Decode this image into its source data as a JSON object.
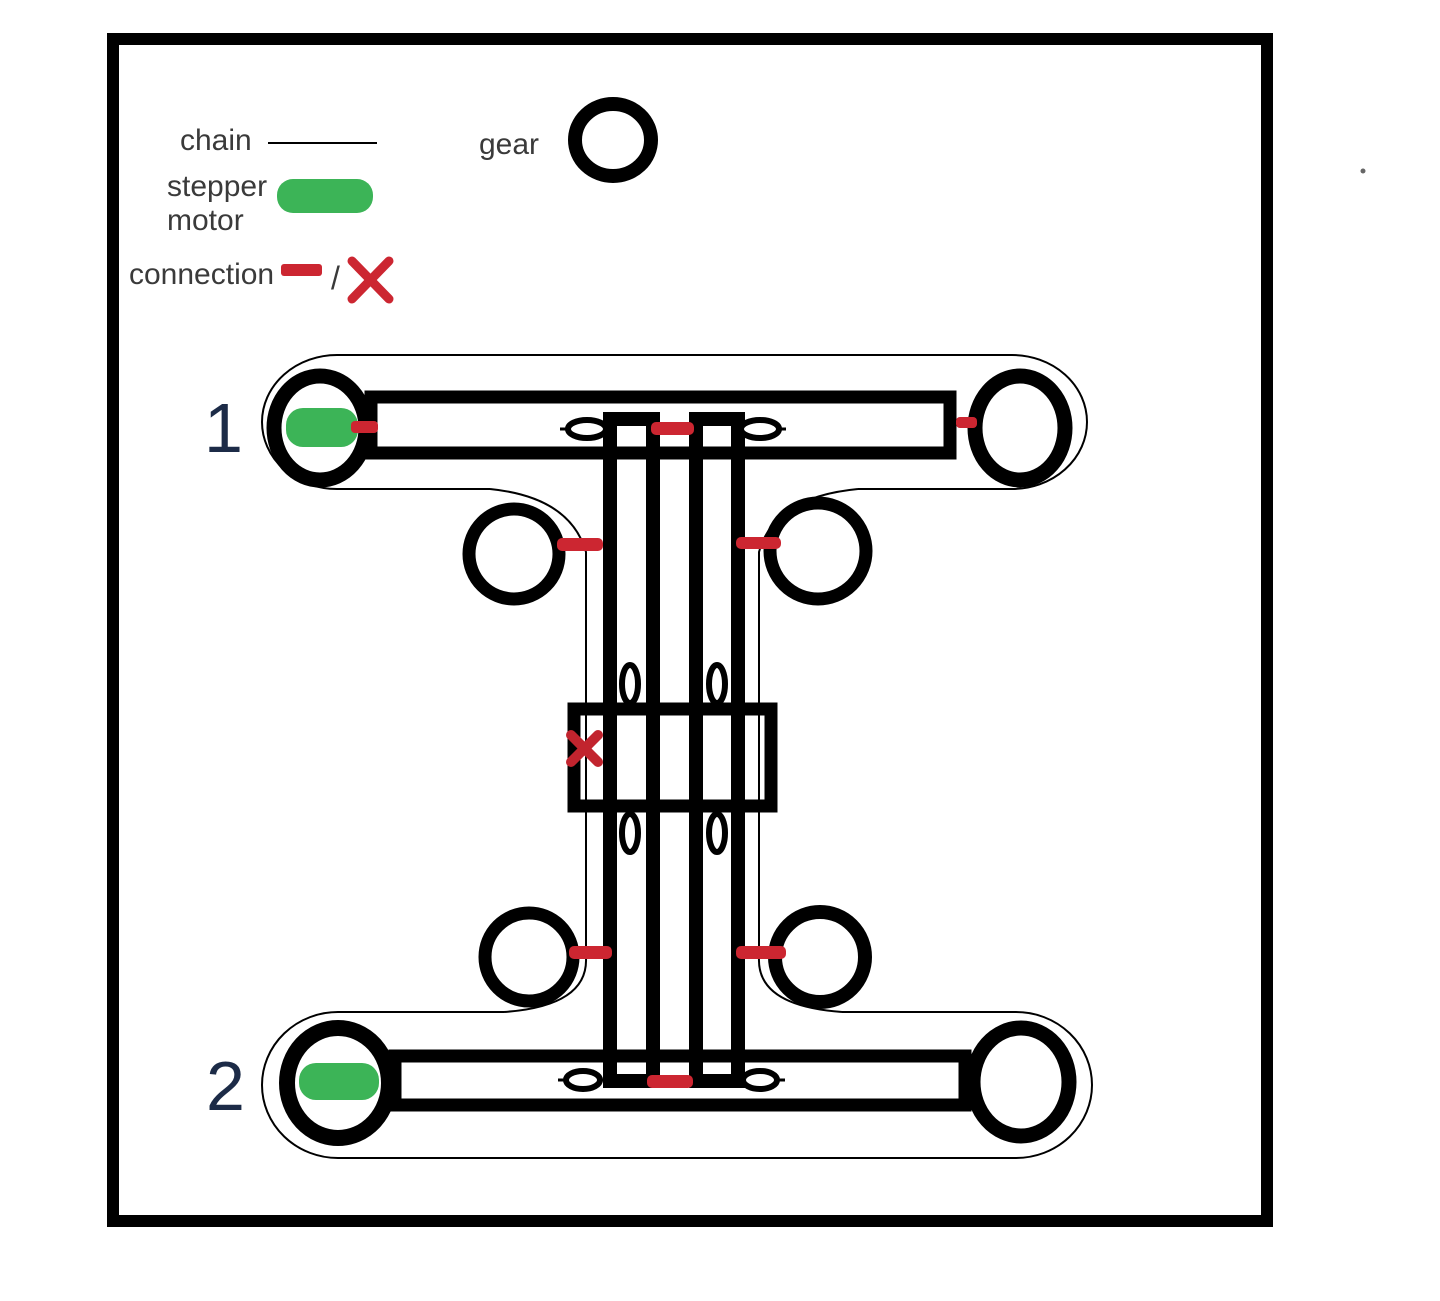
{
  "legend": {
    "chain": {
      "label": "chain"
    },
    "stepper_motor": {
      "label_line1": "stepper",
      "label_line2": "motor"
    },
    "connection": {
      "label": "connection",
      "separator": "/"
    },
    "gear": {
      "label": "gear"
    }
  },
  "labels": {
    "assembly_1": "1",
    "assembly_2": "2"
  },
  "colors": {
    "background": "#ffffff",
    "line": "#000000",
    "motor_green": "#3cb457",
    "connection_red": "#cc2631",
    "cross_red": "#c2242e",
    "label_ink": "#1c2b47"
  }
}
